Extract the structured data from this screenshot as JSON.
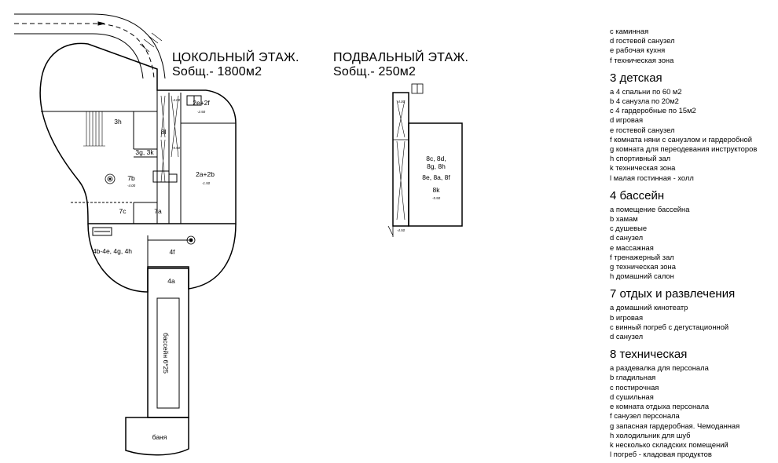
{
  "titles": {
    "ground_floor": "ЦОКОЛЬНЫЙ ЭТАЖ.",
    "ground_area": "Sобщ.- 1800м2",
    "basement_floor": "ПОДВАЛЬНЫЙ ЭТАЖ.",
    "basement_area": "Sобщ.- 250м2"
  },
  "rooms": {
    "r3h": "3h",
    "r8l": "8l",
    "r2e2f": "2e+2f",
    "r2e2f_lvl": "-2.50",
    "r3g3k": "3g, 3k",
    "r7b": "7b",
    "r7b_lvl": "-4.00",
    "r2a2b": "2a+2b",
    "r2a2b_lvl": "-1.50",
    "r7c": "7c",
    "r7a": "7a",
    "r4b": "4b-4e, 4g, 4h",
    "r4f": "4f",
    "r4a": "4a",
    "pool": "бассейн 6*25",
    "sauna": "баня",
    "lvl_top": "-4.00",
    "lvl_mid": "-5.50",
    "b_lvl_top": "-4.00",
    "b_lvl_bot": "-4.50",
    "b_8c": "8c, 8d,",
    "b_8g": "8g, 8h",
    "b_8e": "8e, 8a, 8f",
    "b_8k": "8k",
    "b_lvl": "-5.50"
  },
  "legend": {
    "top_items": [
      "c каминная",
      "d гостевой санузел",
      "e рабочая кухня",
      "f техническая зона"
    ],
    "sections": [
      {
        "heading": "3 детская",
        "items": [
          "a 4 спальни по 60 м2",
          "b 4 санузла по 20м2",
          "c 4 гардеробные по 15м2",
          "d игровая",
          "e гостевой санузел",
          "f комната няни с санузлом и гардеробной",
          "g комната для переодевания инструкторов",
          "h спортивный зал",
          "k техническая зона",
          "l малая гостинная - холл"
        ]
      },
      {
        "heading": "4 бассейн",
        "items": [
          "a помещение бассейна",
          "b хамам",
          "c душевые",
          "d санузел",
          "e массажная",
          "f тренажерный зал",
          "g техническая зона",
          "h домашний салон"
        ]
      },
      {
        "heading": "7 отдых и развлечения",
        "items": [
          "a домашний кинотеатр",
          "b игровая",
          "c винный погреб с дегустационной",
          "d санузел"
        ]
      },
      {
        "heading": "8 техническая",
        "items": [
          "a раздевалка для персонала",
          "b гладильная",
          "c постирочная",
          "d сушильная",
          "e комната отдыха персонала",
          "f санузел персонала",
          "g запасная гардеробная. Чемоданная",
          "h холодильник для шуб",
          "k несколько складских помещений",
          "l погреб - кладовая продуктов"
        ]
      }
    ]
  }
}
